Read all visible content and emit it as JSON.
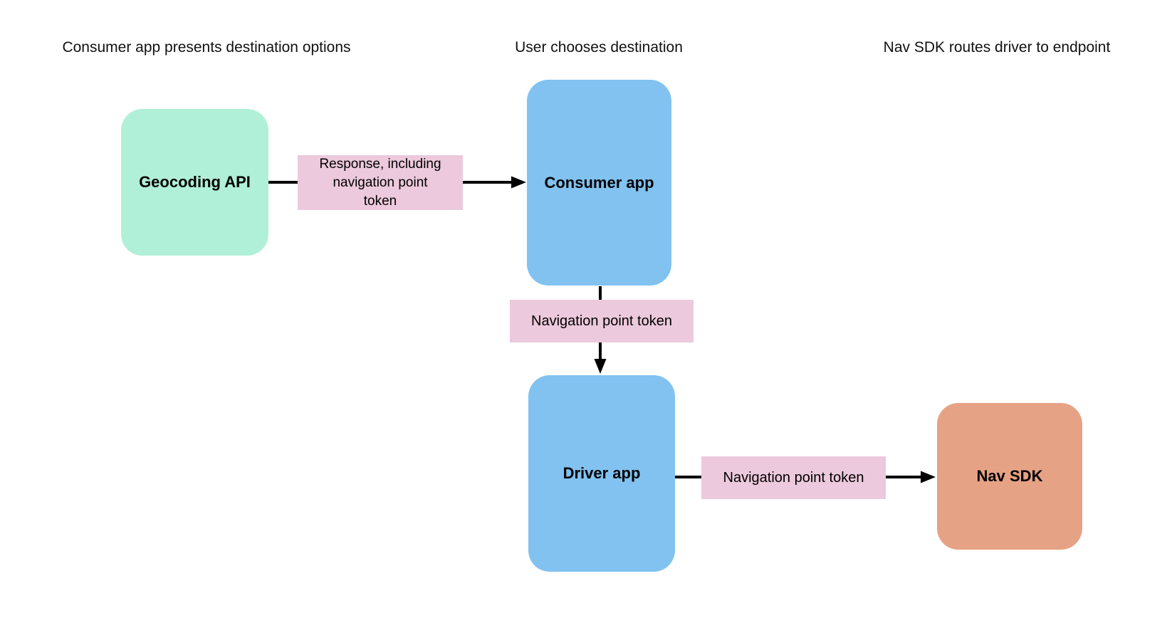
{
  "diagram": {
    "headers": [
      "Consumer app presents destination options",
      "User chooses destination",
      "Nav SDK routes driver to endpoint"
    ],
    "nodes": {
      "geocoding_api": {
        "label": "Geocoding API",
        "color": "#b1f0d8"
      },
      "consumer_app": {
        "label": "Consumer app",
        "color": "#81c2f0"
      },
      "driver_app": {
        "label": "Driver app",
        "color": "#81c2f0"
      },
      "nav_sdk": {
        "label": "Nav SDK",
        "color": "#e6a285"
      }
    },
    "edges": [
      {
        "from": "Geocoding API",
        "to": "Consumer app",
        "label": "Response, including\nnavigation point\ntoken"
      },
      {
        "from": "Consumer app",
        "to": "Driver app",
        "label": "Navigation point token"
      },
      {
        "from": "Driver app",
        "to": "Nav SDK",
        "label": "Navigation point token"
      }
    ],
    "colors": {
      "edge_label_bg": "#ecc9dc",
      "arrow": "#000000",
      "text": "#000000",
      "background": "#ffffff"
    }
  }
}
